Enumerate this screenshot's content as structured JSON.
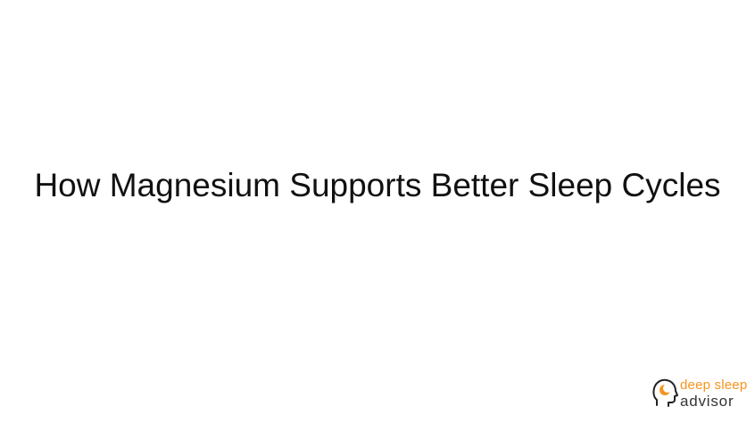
{
  "title": "How Magnesium Supports Better Sleep Cycles",
  "logo": {
    "line1": "deep sleep",
    "line2": "advisor",
    "icon": "head-moon-icon",
    "accent_color": "#f7941d",
    "text_color": "#333333"
  }
}
